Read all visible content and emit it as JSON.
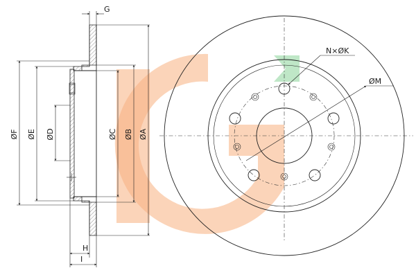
{
  "labels": {
    "G": "G",
    "H": "H",
    "I": "I",
    "F": "ØF",
    "E": "ØE",
    "D": "ØD",
    "C": "ØC",
    "B": "ØB",
    "A": "ØA",
    "NK": "N×ØK",
    "M": "ØM"
  },
  "colors": {
    "watermark_orange": "#f6a36a",
    "watermark_green": "#9bd9a8",
    "line": "#222222"
  },
  "watermark_icon": "company-logo-icon"
}
